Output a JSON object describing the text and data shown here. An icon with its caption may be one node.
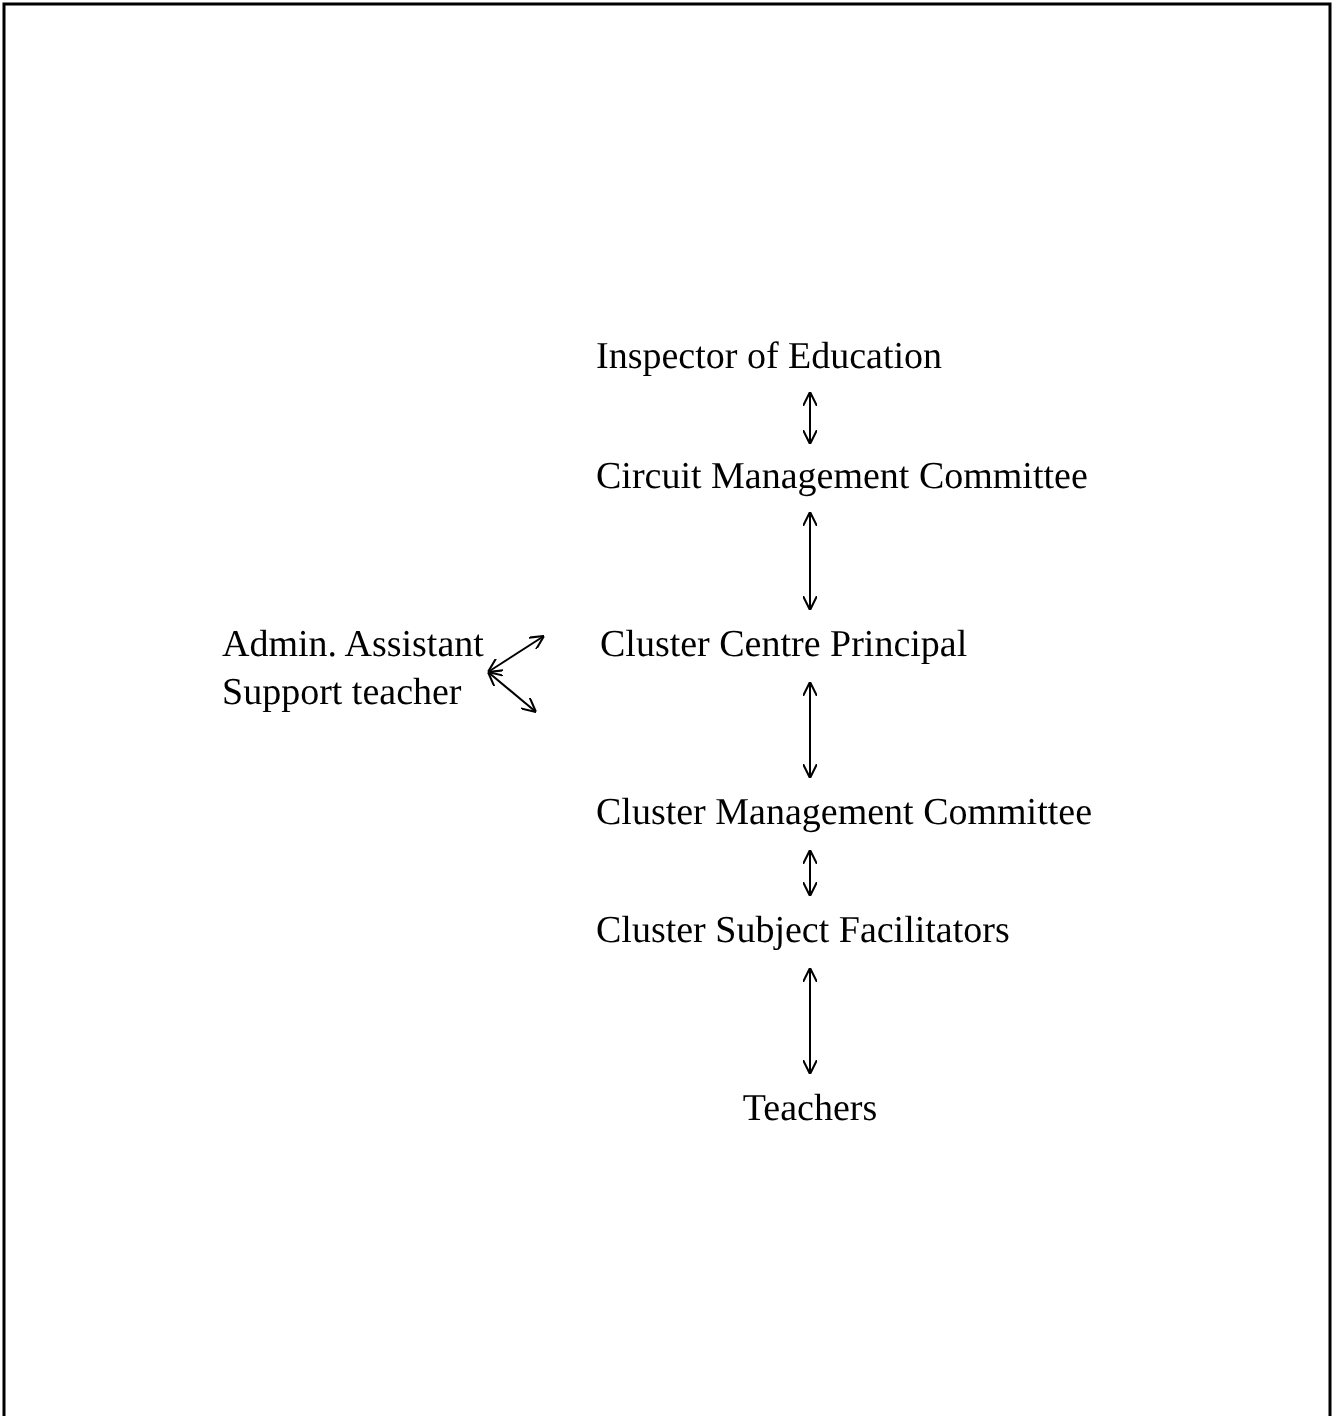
{
  "diagram": {
    "nodes": [
      {
        "text": [
          "Inspector of Education"
        ]
      },
      {
        "text": [
          "Circuit Management Committee"
        ]
      },
      {
        "text": [
          "Admin. Assistant",
          "Support teacher"
        ]
      },
      {
        "text": [
          "Cluster Centre Principal"
        ]
      },
      {
        "text": [
          "Cluster Management Committee"
        ]
      },
      {
        "text": [
          "Cluster Subject Facilitators"
        ]
      },
      {
        "text": [
          "Teachers"
        ]
      }
    ],
    "edges": [
      {
        "from": 0,
        "to": 1,
        "arrow": "both"
      },
      {
        "from": 1,
        "to": 3,
        "arrow": "both"
      },
      {
        "from": 2,
        "to": 3,
        "arrow": "both"
      },
      {
        "from": 2,
        "to": null,
        "arrow": "both"
      },
      {
        "from": 3,
        "to": 4,
        "arrow": "both"
      },
      {
        "from": 4,
        "to": 5,
        "arrow": "both"
      },
      {
        "from": 5,
        "to": 6,
        "arrow": "both"
      }
    ]
  }
}
